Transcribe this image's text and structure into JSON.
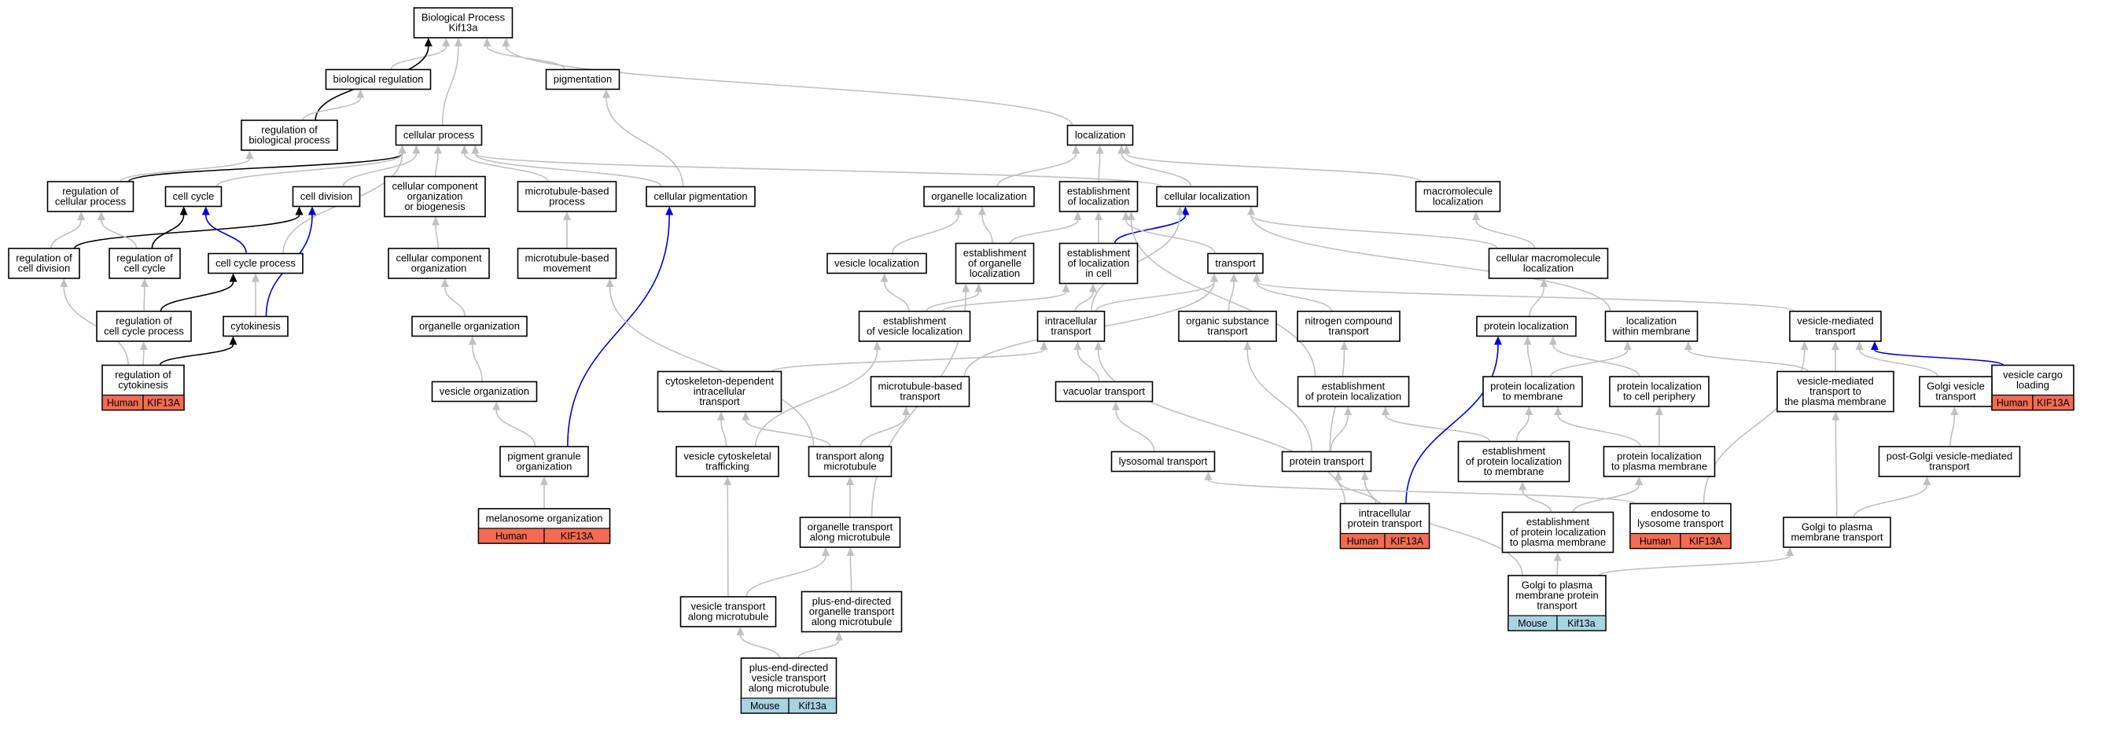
{
  "colors": {
    "gray": "#c0c0c0",
    "black": "#000000",
    "blue": "#0000dd",
    "human": "#f26b52",
    "mouse": "#a8d4e0"
  },
  "nodes": [
    {
      "id": "bp",
      "lines": [
        "Biological Process",
        "Kif13a"
      ]
    },
    {
      "id": "breg",
      "lines": [
        "biological regulation"
      ]
    },
    {
      "id": "pig",
      "lines": [
        "pigmentation"
      ]
    },
    {
      "id": "regbp",
      "lines": [
        "regulation of",
        "biological process"
      ]
    },
    {
      "id": "cp",
      "lines": [
        "cellular process"
      ]
    },
    {
      "id": "loc",
      "lines": [
        "localization"
      ]
    },
    {
      "id": "regcp",
      "lines": [
        "regulation of",
        "cellular process"
      ]
    },
    {
      "id": "cc",
      "lines": [
        "cell cycle"
      ]
    },
    {
      "id": "cd",
      "lines": [
        "cell division"
      ]
    },
    {
      "id": "ccob",
      "lines": [
        "cellular component",
        "organization",
        "or biogenesis"
      ]
    },
    {
      "id": "mbp",
      "lines": [
        "microtubule-based",
        "process"
      ]
    },
    {
      "id": "cpig",
      "lines": [
        "cellular pigmentation"
      ]
    },
    {
      "id": "orgloc",
      "lines": [
        "organelle localization"
      ]
    },
    {
      "id": "estloc",
      "lines": [
        "establishment",
        "of localization"
      ]
    },
    {
      "id": "cellloc",
      "lines": [
        "cellular localization"
      ]
    },
    {
      "id": "macloc",
      "lines": [
        "macromolecule",
        "localization"
      ]
    },
    {
      "id": "regcd",
      "lines": [
        "regulation of",
        "cell division"
      ]
    },
    {
      "id": "regcc",
      "lines": [
        "regulation of",
        "cell cycle"
      ]
    },
    {
      "id": "ccp",
      "lines": [
        "cell cycle process"
      ]
    },
    {
      "id": "cco",
      "lines": [
        "cellular component",
        "organization"
      ]
    },
    {
      "id": "mbm",
      "lines": [
        "microtubule-based",
        "movement"
      ]
    },
    {
      "id": "vesloc",
      "lines": [
        "vesicle localization"
      ]
    },
    {
      "id": "estorg",
      "lines": [
        "establishment",
        "of organelle",
        "localization"
      ]
    },
    {
      "id": "estcell",
      "lines": [
        "establishment",
        "of localization",
        "in cell"
      ]
    },
    {
      "id": "trans",
      "lines": [
        "transport"
      ]
    },
    {
      "id": "cmacloc",
      "lines": [
        "cellular macromolecule",
        "localization"
      ]
    },
    {
      "id": "regccp",
      "lines": [
        "regulation of",
        "cell cycle process"
      ]
    },
    {
      "id": "cytk",
      "lines": [
        "cytokinesis"
      ]
    },
    {
      "id": "orgorg",
      "lines": [
        "organelle organization"
      ]
    },
    {
      "id": "estves",
      "lines": [
        "establishment",
        "of vesicle localization"
      ]
    },
    {
      "id": "intra",
      "lines": [
        "intracellular",
        "transport"
      ]
    },
    {
      "id": "orgsub",
      "lines": [
        "organic substance",
        "transport"
      ]
    },
    {
      "id": "nitro",
      "lines": [
        "nitrogen compound",
        "transport"
      ]
    },
    {
      "id": "protloc",
      "lines": [
        "protein localization"
      ]
    },
    {
      "id": "locmem",
      "lines": [
        "localization",
        "within membrane"
      ]
    },
    {
      "id": "vmt",
      "lines": [
        "vesicle-mediated",
        "transport"
      ]
    },
    {
      "id": "vcl",
      "lines": [
        "vesicle cargo",
        "loading"
      ],
      "tag": {
        "org": "Human",
        "gene": "KIF13A"
      }
    },
    {
      "id": "regcyt",
      "lines": [
        "regulation of",
        "cytokinesis"
      ],
      "tag": {
        "org": "Human",
        "gene": "KIF13A"
      }
    },
    {
      "id": "vesorg",
      "lines": [
        "vesicle organization"
      ]
    },
    {
      "id": "cdit",
      "lines": [
        "cytoskeleton-dependent",
        "intracellular",
        "transport"
      ]
    },
    {
      "id": "mbt",
      "lines": [
        "microtubule-based",
        "transport"
      ]
    },
    {
      "id": "vact",
      "lines": [
        "vacuolar transport"
      ]
    },
    {
      "id": "estprot",
      "lines": [
        "establishment",
        "of protein localization"
      ]
    },
    {
      "id": "plmem",
      "lines": [
        "protein localization",
        "to membrane"
      ]
    },
    {
      "id": "plperi",
      "lines": [
        "protein localization",
        "to cell periphery"
      ]
    },
    {
      "id": "vmtpm",
      "lines": [
        "vesicle-mediated",
        "transport to",
        "the plasma membrane"
      ]
    },
    {
      "id": "golgiv",
      "lines": [
        "Golgi vesicle",
        "transport"
      ]
    },
    {
      "id": "pgo",
      "lines": [
        "pigment granule",
        "organization"
      ]
    },
    {
      "id": "vct",
      "lines": [
        "vesicle cytoskeletal",
        "trafficking"
      ]
    },
    {
      "id": "tam",
      "lines": [
        "transport along",
        "microtubule"
      ]
    },
    {
      "id": "lyso",
      "lines": [
        "lysosomal transport"
      ]
    },
    {
      "id": "prott",
      "lines": [
        "protein transport"
      ]
    },
    {
      "id": "estplm",
      "lines": [
        "establishment",
        "of protein localization",
        "to membrane"
      ]
    },
    {
      "id": "plpm",
      "lines": [
        "protein localization",
        "to plasma membrane"
      ]
    },
    {
      "id": "postg",
      "lines": [
        "post-Golgi vesicle-mediated",
        "transport"
      ]
    },
    {
      "id": "melano",
      "lines": [
        "melanosome organization"
      ],
      "tag": {
        "org": "Human",
        "gene": "KIF13A"
      }
    },
    {
      "id": "otam",
      "lines": [
        "organelle transport",
        "along microtubule"
      ]
    },
    {
      "id": "ipt",
      "lines": [
        "intracellular",
        "protein transport"
      ],
      "tag": {
        "org": "Human",
        "gene": "KIF13A"
      }
    },
    {
      "id": "estplpm",
      "lines": [
        "establishment",
        "of protein localization",
        "to plasma membrane"
      ]
    },
    {
      "id": "endo",
      "lines": [
        "endosome to",
        "lysosome transport"
      ],
      "tag": {
        "org": "Human",
        "gene": "KIF13A"
      }
    },
    {
      "id": "gpm",
      "lines": [
        "Golgi to plasma",
        "membrane transport"
      ]
    },
    {
      "id": "vtam",
      "lines": [
        "vesicle transport",
        "along microtubule"
      ]
    },
    {
      "id": "pedo",
      "lines": [
        "plus-end-directed",
        "organelle transport",
        "along microtubule"
      ]
    },
    {
      "id": "gpmp",
      "lines": [
        "Golgi to plasma",
        "membrane protein",
        "transport"
      ],
      "tag": {
        "org": "Mouse",
        "gene": "Kif13a"
      }
    },
    {
      "id": "pedv",
      "lines": [
        "plus-end-directed",
        "vesicle transport",
        "along microtubule"
      ],
      "tag": {
        "org": "Mouse",
        "gene": "Kif13a"
      }
    }
  ],
  "edges": [
    {
      "from": "breg",
      "to": "bp",
      "type": "gray"
    },
    {
      "from": "pig",
      "to": "bp",
      "type": "gray"
    },
    {
      "from": "regbp",
      "to": "bp",
      "type": "black"
    },
    {
      "from": "regbp",
      "to": "breg",
      "type": "gray"
    },
    {
      "from": "cp",
      "to": "bp",
      "type": "gray"
    },
    {
      "from": "loc",
      "to": "bp",
      "type": "gray"
    },
    {
      "from": "regcp",
      "to": "regbp",
      "type": "gray"
    },
    {
      "from": "regcp",
      "to": "cp",
      "type": "black"
    },
    {
      "from": "cc",
      "to": "cp",
      "type": "gray"
    },
    {
      "from": "cd",
      "to": "cp",
      "type": "gray"
    },
    {
      "from": "ccob",
      "to": "cp",
      "type": "gray"
    },
    {
      "from": "mbp",
      "to": "cp",
      "type": "gray"
    },
    {
      "from": "cpig",
      "to": "cp",
      "type": "gray"
    },
    {
      "from": "cpig",
      "to": "pig",
      "type": "gray"
    },
    {
      "from": "orgloc",
      "to": "loc",
      "type": "gray"
    },
    {
      "from": "estloc",
      "to": "loc",
      "type": "gray"
    },
    {
      "from": "cellloc",
      "to": "loc",
      "type": "gray"
    },
    {
      "from": "cellloc",
      "to": "cp",
      "type": "gray"
    },
    {
      "from": "macloc",
      "to": "loc",
      "type": "gray"
    },
    {
      "from": "regcd",
      "to": "regcp",
      "type": "gray"
    },
    {
      "from": "regcd",
      "to": "cd",
      "type": "black"
    },
    {
      "from": "regcc",
      "to": "regcp",
      "type": "gray"
    },
    {
      "from": "regcc",
      "to": "cc",
      "type": "black"
    },
    {
      "from": "ccp",
      "to": "cp",
      "type": "gray"
    },
    {
      "from": "ccp",
      "to": "cc",
      "type": "blue"
    },
    {
      "from": "cco",
      "to": "ccob",
      "type": "gray"
    },
    {
      "from": "mbm",
      "to": "mbp",
      "type": "gray"
    },
    {
      "from": "vesloc",
      "to": "orgloc",
      "type": "gray"
    },
    {
      "from": "estorg",
      "to": "orgloc",
      "type": "gray"
    },
    {
      "from": "estorg",
      "to": "estloc",
      "type": "gray"
    },
    {
      "from": "estcell",
      "to": "estloc",
      "type": "gray"
    },
    {
      "from": "estcell",
      "to": "cellloc",
      "type": "blue"
    },
    {
      "from": "trans",
      "to": "estloc",
      "type": "gray"
    },
    {
      "from": "cmacloc",
      "to": "macloc",
      "type": "gray"
    },
    {
      "from": "cmacloc",
      "to": "cellloc",
      "type": "gray"
    },
    {
      "from": "regccp",
      "to": "regcc",
      "type": "gray"
    },
    {
      "from": "regccp",
      "to": "ccp",
      "type": "black"
    },
    {
      "from": "cytk",
      "to": "ccp",
      "type": "gray"
    },
    {
      "from": "cytk",
      "to": "cd",
      "type": "blue"
    },
    {
      "from": "orgorg",
      "to": "cco",
      "type": "gray"
    },
    {
      "from": "estves",
      "to": "vesloc",
      "type": "gray"
    },
    {
      "from": "estves",
      "to": "estorg",
      "type": "gray"
    },
    {
      "from": "estves",
      "to": "estcell",
      "type": "gray"
    },
    {
      "from": "intra",
      "to": "estcell",
      "type": "gray"
    },
    {
      "from": "intra",
      "to": "trans",
      "type": "gray"
    },
    {
      "from": "intra",
      "to": "cellloc",
      "type": "gray"
    },
    {
      "from": "orgsub",
      "to": "trans",
      "type": "gray"
    },
    {
      "from": "nitro",
      "to": "trans",
      "type": "gray"
    },
    {
      "from": "protloc",
      "to": "cmacloc",
      "type": "gray"
    },
    {
      "from": "locmem",
      "to": "cellloc",
      "type": "gray"
    },
    {
      "from": "vmt",
      "to": "trans",
      "type": "gray"
    },
    {
      "from": "vcl",
      "to": "vmt",
      "type": "blue"
    },
    {
      "from": "regcyt",
      "to": "regcd",
      "type": "gray"
    },
    {
      "from": "regcyt",
      "to": "cytk",
      "type": "black"
    },
    {
      "from": "regcyt",
      "to": "regccp",
      "type": "gray"
    },
    {
      "from": "vesorg",
      "to": "orgorg",
      "type": "gray"
    },
    {
      "from": "cdit",
      "to": "intra",
      "type": "gray"
    },
    {
      "from": "mbt",
      "to": "trans",
      "type": "gray"
    },
    {
      "from": "vact",
      "to": "intra",
      "type": "gray"
    },
    {
      "from": "estprot",
      "to": "estloc",
      "type": "gray"
    },
    {
      "from": "plmem",
      "to": "protloc",
      "type": "gray"
    },
    {
      "from": "plmem",
      "to": "locmem",
      "type": "gray"
    },
    {
      "from": "plperi",
      "to": "protloc",
      "type": "gray"
    },
    {
      "from": "vmtpm",
      "to": "vmt",
      "type": "gray"
    },
    {
      "from": "vmtpm",
      "to": "locmem",
      "type": "gray"
    },
    {
      "from": "golgiv",
      "to": "vmt",
      "type": "gray"
    },
    {
      "from": "pgo",
      "to": "vesorg",
      "type": "gray"
    },
    {
      "from": "pgo",
      "to": "cpig",
      "type": "blue"
    },
    {
      "from": "vct",
      "to": "cdit",
      "type": "gray"
    },
    {
      "from": "vct",
      "to": "estves",
      "type": "gray"
    },
    {
      "from": "tam",
      "to": "cdit",
      "type": "gray"
    },
    {
      "from": "tam",
      "to": "mbt",
      "type": "gray"
    },
    {
      "from": "tam",
      "to": "mbm",
      "type": "gray"
    },
    {
      "from": "lyso",
      "to": "vact",
      "type": "gray"
    },
    {
      "from": "prott",
      "to": "orgsub",
      "type": "gray"
    },
    {
      "from": "prott",
      "to": "nitro",
      "type": "gray"
    },
    {
      "from": "prott",
      "to": "estprot",
      "type": "gray"
    },
    {
      "from": "estplm",
      "to": "estprot",
      "type": "gray"
    },
    {
      "from": "estplm",
      "to": "plmem",
      "type": "gray"
    },
    {
      "from": "plpm",
      "to": "plmem",
      "type": "gray"
    },
    {
      "from": "plpm",
      "to": "plperi",
      "type": "gray"
    },
    {
      "from": "postg",
      "to": "golgiv",
      "type": "gray"
    },
    {
      "from": "melano",
      "to": "pgo",
      "type": "gray"
    },
    {
      "from": "otam",
      "to": "tam",
      "type": "gray"
    },
    {
      "from": "otam",
      "to": "estorg",
      "type": "gray"
    },
    {
      "from": "ipt",
      "to": "intra",
      "type": "gray"
    },
    {
      "from": "ipt",
      "to": "prott",
      "type": "gray"
    },
    {
      "from": "ipt",
      "to": "protloc",
      "type": "blue"
    },
    {
      "from": "estplpm",
      "to": "estplm",
      "type": "gray"
    },
    {
      "from": "estplpm",
      "to": "plpm",
      "type": "gray"
    },
    {
      "from": "endo",
      "to": "lyso",
      "type": "gray"
    },
    {
      "from": "endo",
      "to": "vmt",
      "type": "gray"
    },
    {
      "from": "gpm",
      "to": "vmtpm",
      "type": "gray"
    },
    {
      "from": "gpm",
      "to": "postg",
      "type": "gray"
    },
    {
      "from": "vtam",
      "to": "otam",
      "type": "gray"
    },
    {
      "from": "vtam",
      "to": "vct",
      "type": "gray"
    },
    {
      "from": "pedo",
      "to": "otam",
      "type": "gray"
    },
    {
      "from": "gpmp",
      "to": "gpm",
      "type": "gray"
    },
    {
      "from": "gpmp",
      "to": "estplpm",
      "type": "gray"
    },
    {
      "from": "gpmp",
      "to": "prott",
      "type": "gray"
    },
    {
      "from": "pedv",
      "to": "vtam",
      "type": "gray"
    },
    {
      "from": "pedv",
      "to": "pedo",
      "type": "gray"
    }
  ]
}
